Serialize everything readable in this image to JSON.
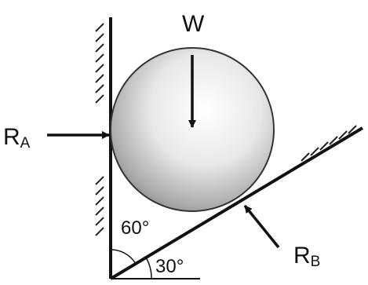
{
  "labels": {
    "weight": "W",
    "reaction_a": "R",
    "reaction_a_sub": "A",
    "reaction_b": "R",
    "reaction_b_sub": "B",
    "angle_wall": "60°",
    "angle_floor": "30°"
  }
}
